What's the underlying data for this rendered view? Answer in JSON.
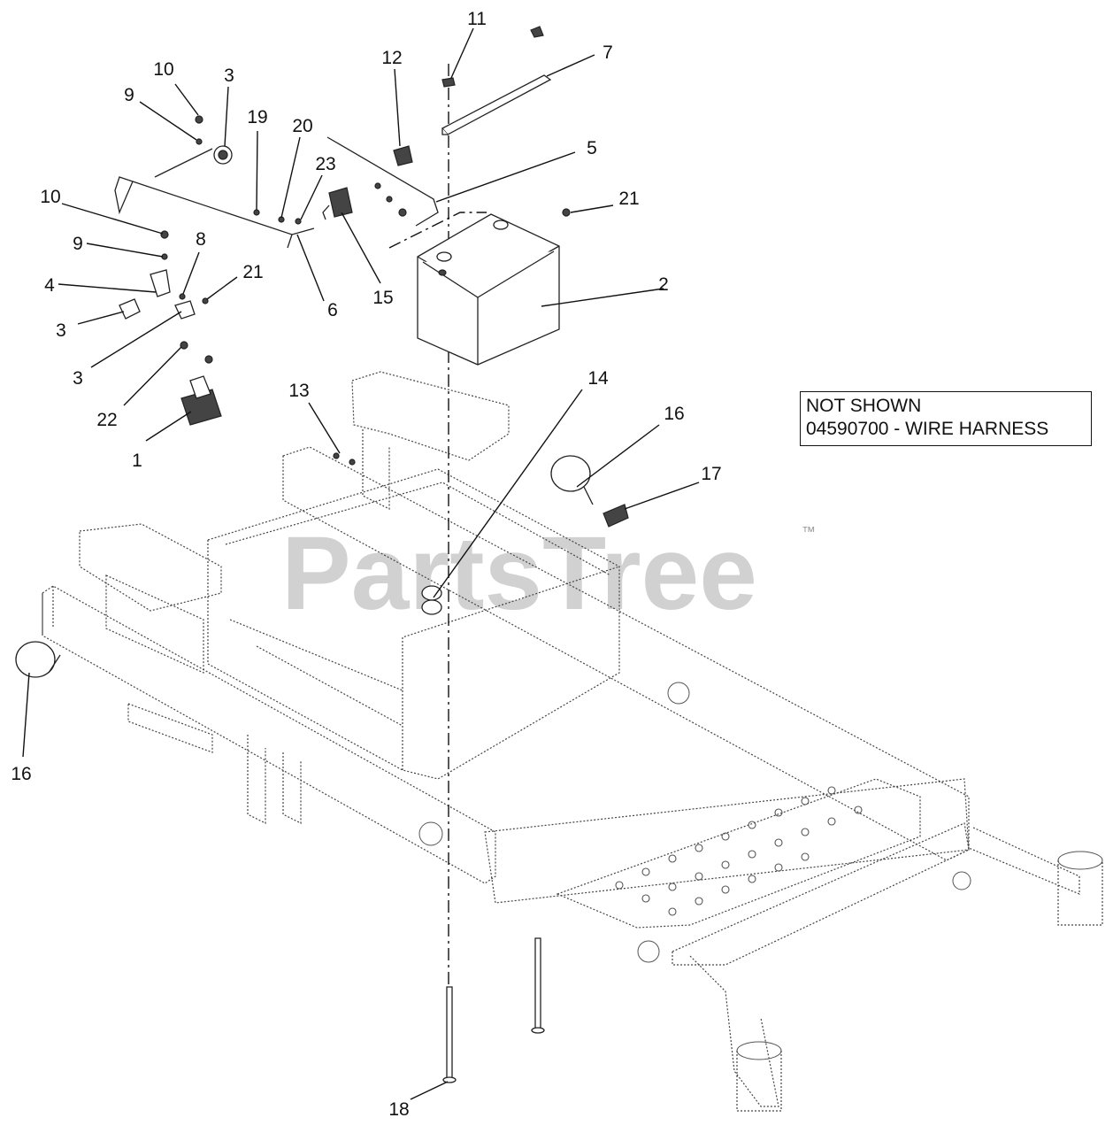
{
  "note": {
    "line1": "NOT SHOWN",
    "line2": "04590700 - WIRE HARNESS"
  },
  "watermark": {
    "text": "PartsTree",
    "tm": "™"
  },
  "callouts": {
    "c11": "11",
    "c7": "7",
    "c12": "12",
    "c10a": "10",
    "c3a": "3",
    "c9a": "9",
    "c19": "19",
    "c20": "20",
    "c23": "23",
    "c5": "5",
    "c21a": "21",
    "c10b": "10",
    "c8": "8",
    "c9b": "9",
    "c4": "4",
    "c21b": "21",
    "c3b": "3",
    "c6": "6",
    "c15": "15",
    "c2": "2",
    "c3c": "3",
    "c22": "22",
    "c1": "1",
    "c13": "13",
    "c14": "14",
    "c16a": "16",
    "c17": "17",
    "c16b": "16",
    "c18": "18"
  }
}
